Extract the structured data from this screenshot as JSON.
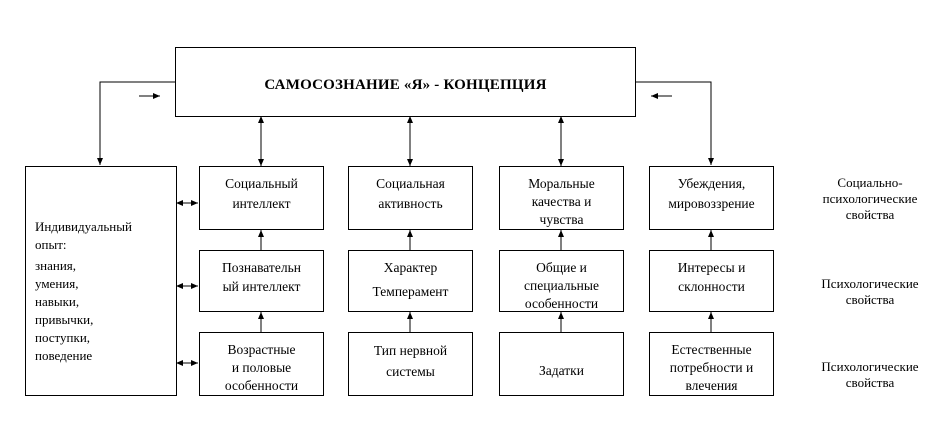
{
  "top": {
    "title": "САМОСОЗНАНИЕ «Я» - КОНЦЕПЦИЯ"
  },
  "left": {
    "heading": "Индивидуальный опыт:",
    "items": [
      "знания,",
      "умения,",
      "навыки,",
      "привычки,",
      "поступки,",
      "поведение"
    ]
  },
  "columns": [
    {
      "rows": [
        {
          "lines": [
            "Социальный",
            "интеллект"
          ]
        },
        {
          "lines": [
            "Познавательн",
            "ый интеллект"
          ]
        },
        {
          "lines": [
            "Возрастные",
            "и половые",
            "особенности"
          ]
        }
      ]
    },
    {
      "rows": [
        {
          "lines": [
            "Социальная",
            "активность"
          ]
        },
        {
          "lines": [
            "Характер",
            "Темперамент"
          ]
        },
        {
          "lines": [
            "Тип нервной",
            "системы"
          ]
        }
      ]
    },
    {
      "rows": [
        {
          "lines": [
            "Моральные",
            "качества и",
            "чувства"
          ]
        },
        {
          "lines": [
            "Общие и",
            "специальные",
            "особенности"
          ]
        },
        {
          "lines": [
            "Задатки"
          ]
        }
      ]
    },
    {
      "rows": [
        {
          "lines": [
            "Убеждения,",
            "мировоззрение"
          ]
        },
        {
          "lines": [
            "Интересы и",
            "склонности"
          ]
        },
        {
          "lines": [
            "Естественные",
            "потребности и",
            "влечения"
          ]
        }
      ]
    }
  ],
  "side_labels": [
    {
      "lines": [
        "Социально-",
        "психологические",
        "свойства"
      ]
    },
    {
      "lines": [
        "Психологические",
        "свойства"
      ]
    },
    {
      "lines": [
        "Психологические",
        "свойства"
      ]
    }
  ]
}
